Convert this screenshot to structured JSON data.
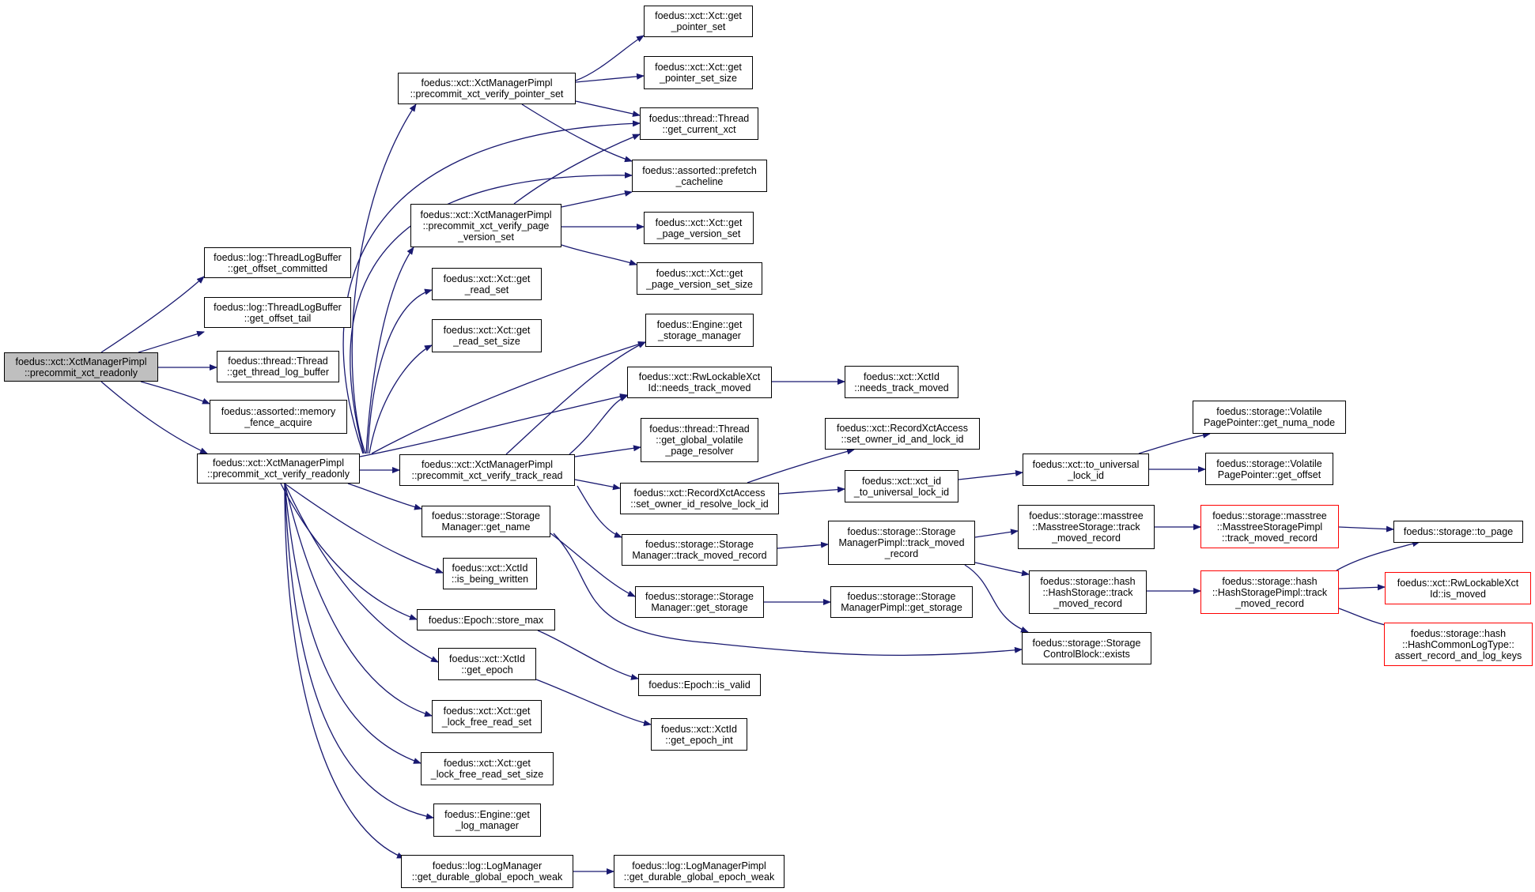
{
  "colors": {
    "edge": "#191970",
    "box_border": "#000000",
    "root_fill": "#bfbfbf",
    "truncated_border": "#ff0000"
  },
  "nodes": [
    {
      "id": "root",
      "lines": [
        "foedus::xct::XctManagerPimpl",
        "::precommit_xct_readonly"
      ],
      "kind": "root"
    },
    {
      "id": "tlb_committed",
      "lines": [
        "foedus::log::ThreadLogBuffer",
        "::get_offset_committed"
      ]
    },
    {
      "id": "tlb_tail",
      "lines": [
        "foedus::log::ThreadLogBuffer",
        "::get_offset_tail"
      ]
    },
    {
      "id": "thread_log_buffer",
      "lines": [
        "foedus::thread::Thread",
        "::get_thread_log_buffer"
      ]
    },
    {
      "id": "memory_fence",
      "lines": [
        "foedus::assorted::memory",
        "_fence_acquire"
      ]
    },
    {
      "id": "verify_readonly",
      "lines": [
        "foedus::xct::XctManagerPimpl",
        "::precommit_xct_verify_readonly"
      ]
    },
    {
      "id": "verify_pointer_set",
      "lines": [
        "foedus::xct::XctManagerPimpl",
        "::precommit_xct_verify_pointer_set"
      ]
    },
    {
      "id": "verify_page_version_set",
      "lines": [
        "foedus::xct::XctManagerPimpl",
        "::precommit_xct_verify_page",
        "_version_set"
      ]
    },
    {
      "id": "get_read_set",
      "lines": [
        "foedus::xct::Xct::get",
        "_read_set"
      ]
    },
    {
      "id": "get_read_set_size",
      "lines": [
        "foedus::xct::Xct::get",
        "_read_set_size"
      ]
    },
    {
      "id": "verify_track_read",
      "lines": [
        "foedus::xct::XctManagerPimpl",
        "::precommit_xct_verify_track_read"
      ]
    },
    {
      "id": "sm_get_name",
      "lines": [
        "foedus::storage::Storage",
        "Manager::get_name"
      ]
    },
    {
      "id": "is_being_written",
      "lines": [
        "foedus::xct::XctId",
        "::is_being_written"
      ]
    },
    {
      "id": "store_max",
      "lines": [
        "foedus::Epoch::store_max"
      ]
    },
    {
      "id": "xctid_get_epoch",
      "lines": [
        "foedus::xct::XctId",
        "::get_epoch"
      ]
    },
    {
      "id": "lock_free_read_set",
      "lines": [
        "foedus::xct::Xct::get",
        "_lock_free_read_set"
      ]
    },
    {
      "id": "lock_free_read_set_size",
      "lines": [
        "foedus::xct::Xct::get",
        "_lock_free_read_set_size"
      ]
    },
    {
      "id": "get_log_manager",
      "lines": [
        "foedus::Engine::get",
        "_log_manager"
      ]
    },
    {
      "id": "lm_durable",
      "lines": [
        "foedus::log::LogManager",
        "::get_durable_global_epoch_weak"
      ]
    },
    {
      "id": "lmp_durable",
      "lines": [
        "foedus::log::LogManagerPimpl",
        "::get_durable_global_epoch_weak"
      ]
    },
    {
      "id": "get_pointer_set",
      "lines": [
        "foedus::xct::Xct::get",
        "_pointer_set"
      ]
    },
    {
      "id": "get_pointer_set_size",
      "lines": [
        "foedus::xct::Xct::get",
        "_pointer_set_size"
      ]
    },
    {
      "id": "get_current_xct",
      "lines": [
        "foedus::thread::Thread",
        "::get_current_xct"
      ]
    },
    {
      "id": "prefetch_cacheline",
      "lines": [
        "foedus::assorted::prefetch",
        "_cacheline"
      ]
    },
    {
      "id": "get_page_version_set",
      "lines": [
        "foedus::xct::Xct::get",
        "_page_version_set"
      ]
    },
    {
      "id": "get_page_version_set_size",
      "lines": [
        "foedus::xct::Xct::get",
        "_page_version_set_size"
      ]
    },
    {
      "id": "get_storage_manager",
      "lines": [
        "foedus::Engine::get",
        "_storage_manager"
      ]
    },
    {
      "id": "needs_track_moved_rw",
      "lines": [
        "foedus::xct::RwLockableXct",
        "Id::needs_track_moved"
      ]
    },
    {
      "id": "global_volatile_resolver",
      "lines": [
        "foedus::thread::Thread",
        "::get_global_volatile",
        "_page_resolver"
      ]
    },
    {
      "id": "set_owner_resolve",
      "lines": [
        "foedus::xct::RecordXctAccess",
        "::set_owner_id_resolve_lock_id"
      ]
    },
    {
      "id": "sm_track_moved",
      "lines": [
        "foedus::storage::Storage",
        "Manager::track_moved_record"
      ]
    },
    {
      "id": "sm_get_storage",
      "lines": [
        "foedus::storage::Storage",
        "Manager::get_storage"
      ]
    },
    {
      "id": "epoch_is_valid",
      "lines": [
        "foedus::Epoch::is_valid"
      ]
    },
    {
      "id": "get_epoch_int",
      "lines": [
        "foedus::xct::XctId",
        "::get_epoch_int"
      ]
    },
    {
      "id": "xctid_needs_track_moved",
      "lines": [
        "foedus::xct::XctId",
        "::needs_track_moved"
      ]
    },
    {
      "id": "set_owner_and_lock",
      "lines": [
        "foedus::xct::RecordXctAccess",
        "::set_owner_id_and_lock_id"
      ]
    },
    {
      "id": "xct_id_to_universal",
      "lines": [
        "foedus::xct::xct_id",
        "_to_universal_lock_id"
      ]
    },
    {
      "id": "smp_track_moved",
      "lines": [
        "foedus::storage::Storage",
        "ManagerPimpl::track_moved",
        "_record"
      ]
    },
    {
      "id": "smp_get_storage",
      "lines": [
        "foedus::storage::Storage",
        "ManagerPimpl::get_storage"
      ]
    },
    {
      "id": "to_universal_lock_id",
      "lines": [
        "foedus::xct::to_universal",
        "_lock_id"
      ]
    },
    {
      "id": "masstree_track",
      "lines": [
        "foedus::storage::masstree",
        "::MasstreeStorage::track",
        "_moved_record"
      ]
    },
    {
      "id": "hash_track",
      "lines": [
        "foedus::storage::hash",
        "::HashStorage::track",
        "_moved_record"
      ]
    },
    {
      "id": "cb_exists",
      "lines": [
        "foedus::storage::Storage",
        "ControlBlock::exists"
      ]
    },
    {
      "id": "get_numa_node",
      "lines": [
        "foedus::storage::Volatile",
        "PagePointer::get_numa_node"
      ]
    },
    {
      "id": "get_offset",
      "lines": [
        "foedus::storage::Volatile",
        "PagePointer::get_offset"
      ]
    },
    {
      "id": "masstree_pimpl_track",
      "lines": [
        "foedus::storage::masstree",
        "::MasstreeStoragePimpl",
        "::track_moved_record"
      ],
      "kind": "red"
    },
    {
      "id": "hash_pimpl_track",
      "lines": [
        "foedus::storage::hash",
        "::HashStoragePimpl::track",
        "_moved_record"
      ],
      "kind": "red"
    },
    {
      "id": "to_page",
      "lines": [
        "foedus::storage::to_page"
      ]
    },
    {
      "id": "rw_is_moved",
      "lines": [
        "foedus::xct::RwLockableXct",
        "Id::is_moved"
      ],
      "kind": "red"
    },
    {
      "id": "assert_record",
      "lines": [
        "foedus::storage::hash",
        "::HashCommonLogType::",
        "assert_record_and_log_keys"
      ],
      "kind": "red"
    }
  ]
}
